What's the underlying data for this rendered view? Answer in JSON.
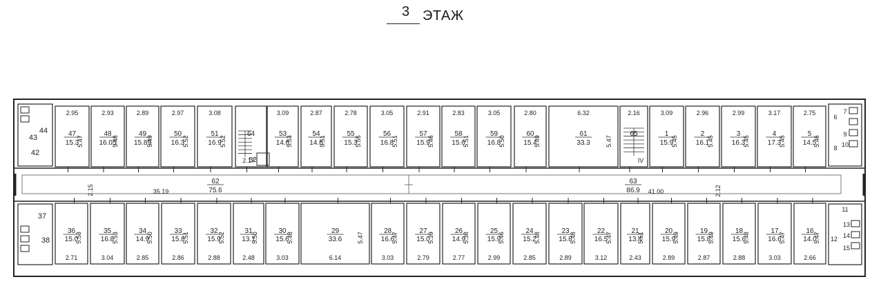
{
  "header": {
    "floor_number": "3",
    "floor_label": "ЭТАЖ"
  },
  "corridor": {
    "left": {
      "number": "62",
      "area": "75.6",
      "width_dim": "2.15",
      "length_dim": "35.19"
    },
    "right": {
      "number": "63",
      "area": "86.9",
      "width_dim": "2.12",
      "length_dim": "41.00"
    }
  },
  "stair_marks": {
    "left_stair": "2.17",
    "right_stair": "IV"
  },
  "top_rooms": [
    {
      "width": "2.95",
      "number": "47",
      "area": "15.3",
      "depth": "5.47"
    },
    {
      "width": "2.93",
      "number": "48",
      "area": "16.05",
      "depth": "5.48"
    },
    {
      "width": "2.89",
      "number": "49",
      "area": "15.89",
      "depth": "5.49"
    },
    {
      "width": "2.97",
      "number": "50",
      "area": "16.3",
      "depth": "5.52"
    },
    {
      "width": "3.08",
      "number": "51",
      "area": "16.9",
      "depth": "5.52"
    },
    {
      "width": "",
      "number": "64",
      "area": "",
      "depth": ""
    },
    {
      "width": "3.09",
      "number": "53",
      "area": "14.6",
      "depth": "5.53"
    },
    {
      "width": "2.87",
      "number": "54",
      "area": "14.6",
      "depth": "5.51"
    },
    {
      "width": "2.78",
      "number": "55",
      "area": "15.3",
      "depth": "5.55"
    },
    {
      "width": "3.05",
      "number": "56",
      "area": "16.8",
      "depth": "5.51"
    },
    {
      "width": "2.91",
      "number": "57",
      "area": "15.9",
      "depth": "5.46"
    },
    {
      "width": "2.83",
      "number": "58",
      "area": "15.6",
      "depth": "5.51"
    },
    {
      "width": "3.05",
      "number": "59",
      "area": "16.8",
      "depth": "5.50"
    },
    {
      "width": "2.80",
      "number": "60",
      "area": "15.4",
      "depth": "5.49"
    },
    {
      "width": "6.32",
      "number": "61",
      "area": "33.3",
      "depth": "5.47"
    },
    {
      "width": "2.16",
      "number": "65",
      "area": "",
      "depth": ""
    },
    {
      "width": "3.09",
      "number": "1",
      "area": "15.9",
      "depth": "5.45"
    },
    {
      "width": "2.96",
      "number": "2",
      "area": "16.1",
      "depth": "5.45"
    },
    {
      "width": "2.99",
      "number": "3",
      "area": "16.3",
      "depth": "5.45"
    },
    {
      "width": "3.17",
      "number": "4",
      "area": "17.3",
      "depth": "5.45"
    },
    {
      "width": "2.75",
      "number": "5",
      "area": "14.5",
      "depth": "5.46"
    }
  ],
  "top_extras": {
    "small_room_52": "52"
  },
  "bottom_rooms": [
    {
      "width": "2.71",
      "number": "36",
      "area": "15.0",
      "depth": "5.53"
    },
    {
      "width": "3.04",
      "number": "35",
      "area": "16.8",
      "depth": "5.53"
    },
    {
      "width": "2.85",
      "number": "34",
      "area": "14.9",
      "depth": "5.50"
    },
    {
      "width": "2.86",
      "number": "33",
      "area": "15.8",
      "depth": "5.51"
    },
    {
      "width": "2.88",
      "number": "32",
      "area": "15.9",
      "depth": "5.52"
    },
    {
      "width": "2.48",
      "number": "31",
      "area": "13.1",
      "depth": "5.50"
    },
    {
      "width": "3.03",
      "number": "30",
      "area": "15.6",
      "depth": "5.48"
    },
    {
      "width": "6.14",
      "number": "29",
      "area": "33.6",
      "depth": "5.47"
    },
    {
      "width": "3.03",
      "number": "28",
      "area": "16.6",
      "depth": "5.47"
    },
    {
      "width": "2.79",
      "number": "27",
      "area": "15.0",
      "depth": "5.39"
    },
    {
      "width": "2.77",
      "number": "26",
      "area": "14.9",
      "depth": "5.38"
    },
    {
      "width": "2.99",
      "number": "25",
      "area": "15.9",
      "depth": "5.46"
    },
    {
      "width": "2.85",
      "number": "24",
      "area": "15.2",
      "depth": "5.48"
    },
    {
      "width": "2.89",
      "number": "23",
      "area": "15.8",
      "depth": "5.48"
    },
    {
      "width": "3.12",
      "number": "22",
      "area": "16.5",
      "depth": "5.47"
    },
    {
      "width": "2.43",
      "number": "21",
      "area": "13.4",
      "depth": "5.51"
    },
    {
      "width": "2.89",
      "number": "20",
      "area": "15.9",
      "depth": "5.49"
    },
    {
      "width": "2.87",
      "number": "19",
      "area": "15.8",
      "depth": "5.49"
    },
    {
      "width": "2.88",
      "number": "18",
      "area": "15.6",
      "depth": "5.48"
    },
    {
      "width": "3.03",
      "number": "17",
      "area": "16.6",
      "depth": "5.47"
    },
    {
      "width": "2.66",
      "number": "16",
      "area": "14.0",
      "depth": "5.47"
    }
  ],
  "wc_left_top": [
    "44",
    "43",
    "42"
  ],
  "wc_left_bottom": [
    "37",
    "38"
  ],
  "wc_right_top": [
    "7",
    "6",
    "9",
    "10",
    "8"
  ],
  "wc_right_bottom": [
    "11",
    "13",
    "14",
    "12",
    "15"
  ]
}
